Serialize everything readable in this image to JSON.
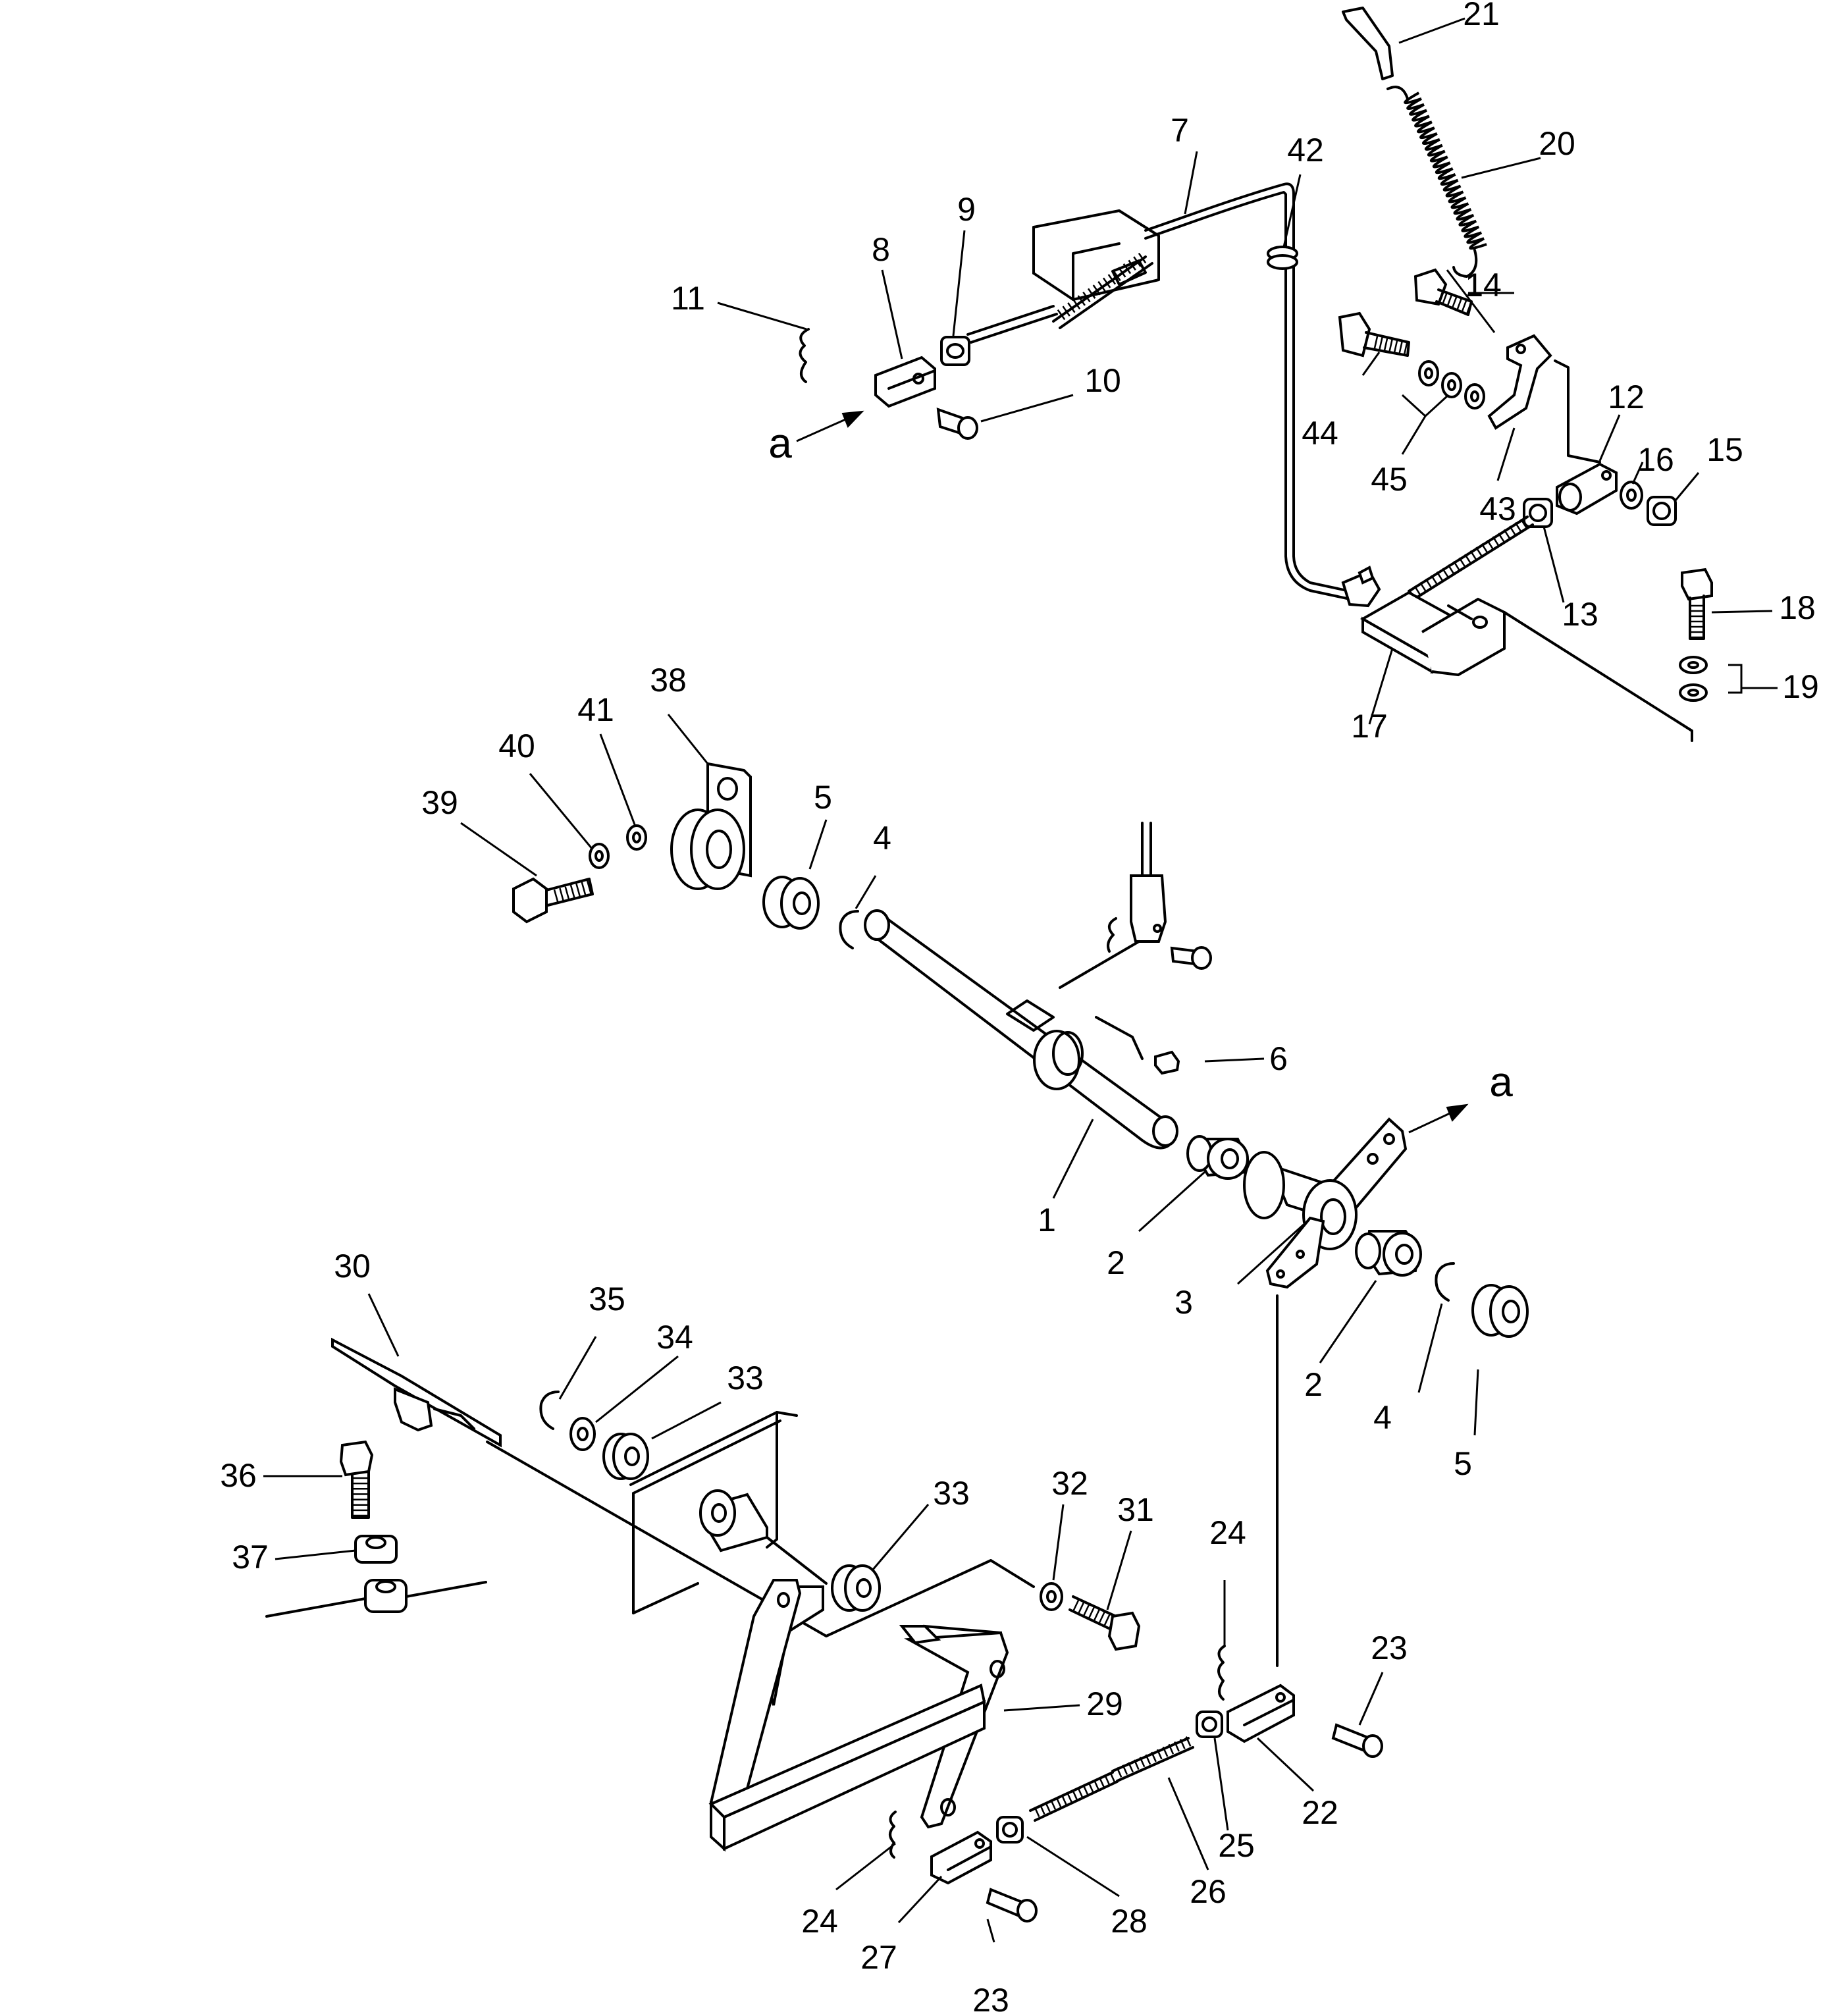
{
  "diagram": {
    "callouts": [
      {
        "label": "1",
        "target": "shaft"
      },
      {
        "label": "2",
        "target": "bushing-upper"
      },
      {
        "label": "2",
        "target": "bushing-lower"
      },
      {
        "label": "3",
        "target": "lever-hub"
      },
      {
        "label": "4",
        "target": "snap-ring-upper"
      },
      {
        "label": "4",
        "target": "snap-ring-lower"
      },
      {
        "label": "5",
        "target": "bearing-upper"
      },
      {
        "label": "5",
        "target": "bearing-lower"
      },
      {
        "label": "6",
        "target": "pin-shaft"
      },
      {
        "label": "7",
        "target": "cable-main"
      },
      {
        "label": "8",
        "target": "clevis-upper"
      },
      {
        "label": "9",
        "target": "nut-upper"
      },
      {
        "label": "10",
        "target": "pin-upper"
      },
      {
        "label": "11",
        "target": "cotter-pin-upper"
      },
      {
        "label": "12",
        "target": "clevis-right"
      },
      {
        "label": "13",
        "target": "nut-right"
      },
      {
        "label": "14",
        "target": "bolt-14"
      },
      {
        "label": "15",
        "target": "nut-15"
      },
      {
        "label": "16",
        "target": "washer-16"
      },
      {
        "label": "17",
        "target": "bracket-17"
      },
      {
        "label": "18",
        "target": "bolt-18"
      },
      {
        "label": "19",
        "target": "washers-19"
      },
      {
        "label": "20",
        "target": "spring"
      },
      {
        "label": "21",
        "target": "hook-bracket"
      },
      {
        "label": "22",
        "target": "clevis-lower-right"
      },
      {
        "label": "23",
        "target": "pin-lower-right"
      },
      {
        "label": "23",
        "target": "pin-lower-left"
      },
      {
        "label": "24",
        "target": "cotter-lower-right"
      },
      {
        "label": "24",
        "target": "cotter-lower-left"
      },
      {
        "label": "25",
        "target": "nut-25"
      },
      {
        "label": "26",
        "target": "rod"
      },
      {
        "label": "27",
        "target": "clevis-lower-left"
      },
      {
        "label": "28",
        "target": "nut-28"
      },
      {
        "label": "29",
        "target": "pedal-arm"
      },
      {
        "label": "30",
        "target": "pedal-pad"
      },
      {
        "label": "31",
        "target": "bolt-31"
      },
      {
        "label": "32",
        "target": "washer-32"
      },
      {
        "label": "33",
        "target": "bushing-33-upper"
      },
      {
        "label": "33",
        "target": "bushing-33-lower"
      },
      {
        "label": "34",
        "target": "washer-34"
      },
      {
        "label": "35",
        "target": "snap-ring-35"
      },
      {
        "label": "36",
        "target": "bolt-36"
      },
      {
        "label": "37",
        "target": "nut-37"
      },
      {
        "label": "38",
        "target": "bearing-bracket"
      },
      {
        "label": "39",
        "target": "bolt-39"
      },
      {
        "label": "40",
        "target": "washer-40"
      },
      {
        "label": "41",
        "target": "washer-41"
      },
      {
        "label": "42",
        "target": "grommet"
      },
      {
        "label": "43",
        "target": "bracket-43"
      },
      {
        "label": "44",
        "target": "bolt-44"
      },
      {
        "label": "45",
        "target": "washers-45"
      }
    ],
    "view_markers": [
      {
        "label": "a",
        "target": "clevis-upper"
      },
      {
        "label": "a",
        "target": "lever-hub"
      }
    ]
  }
}
